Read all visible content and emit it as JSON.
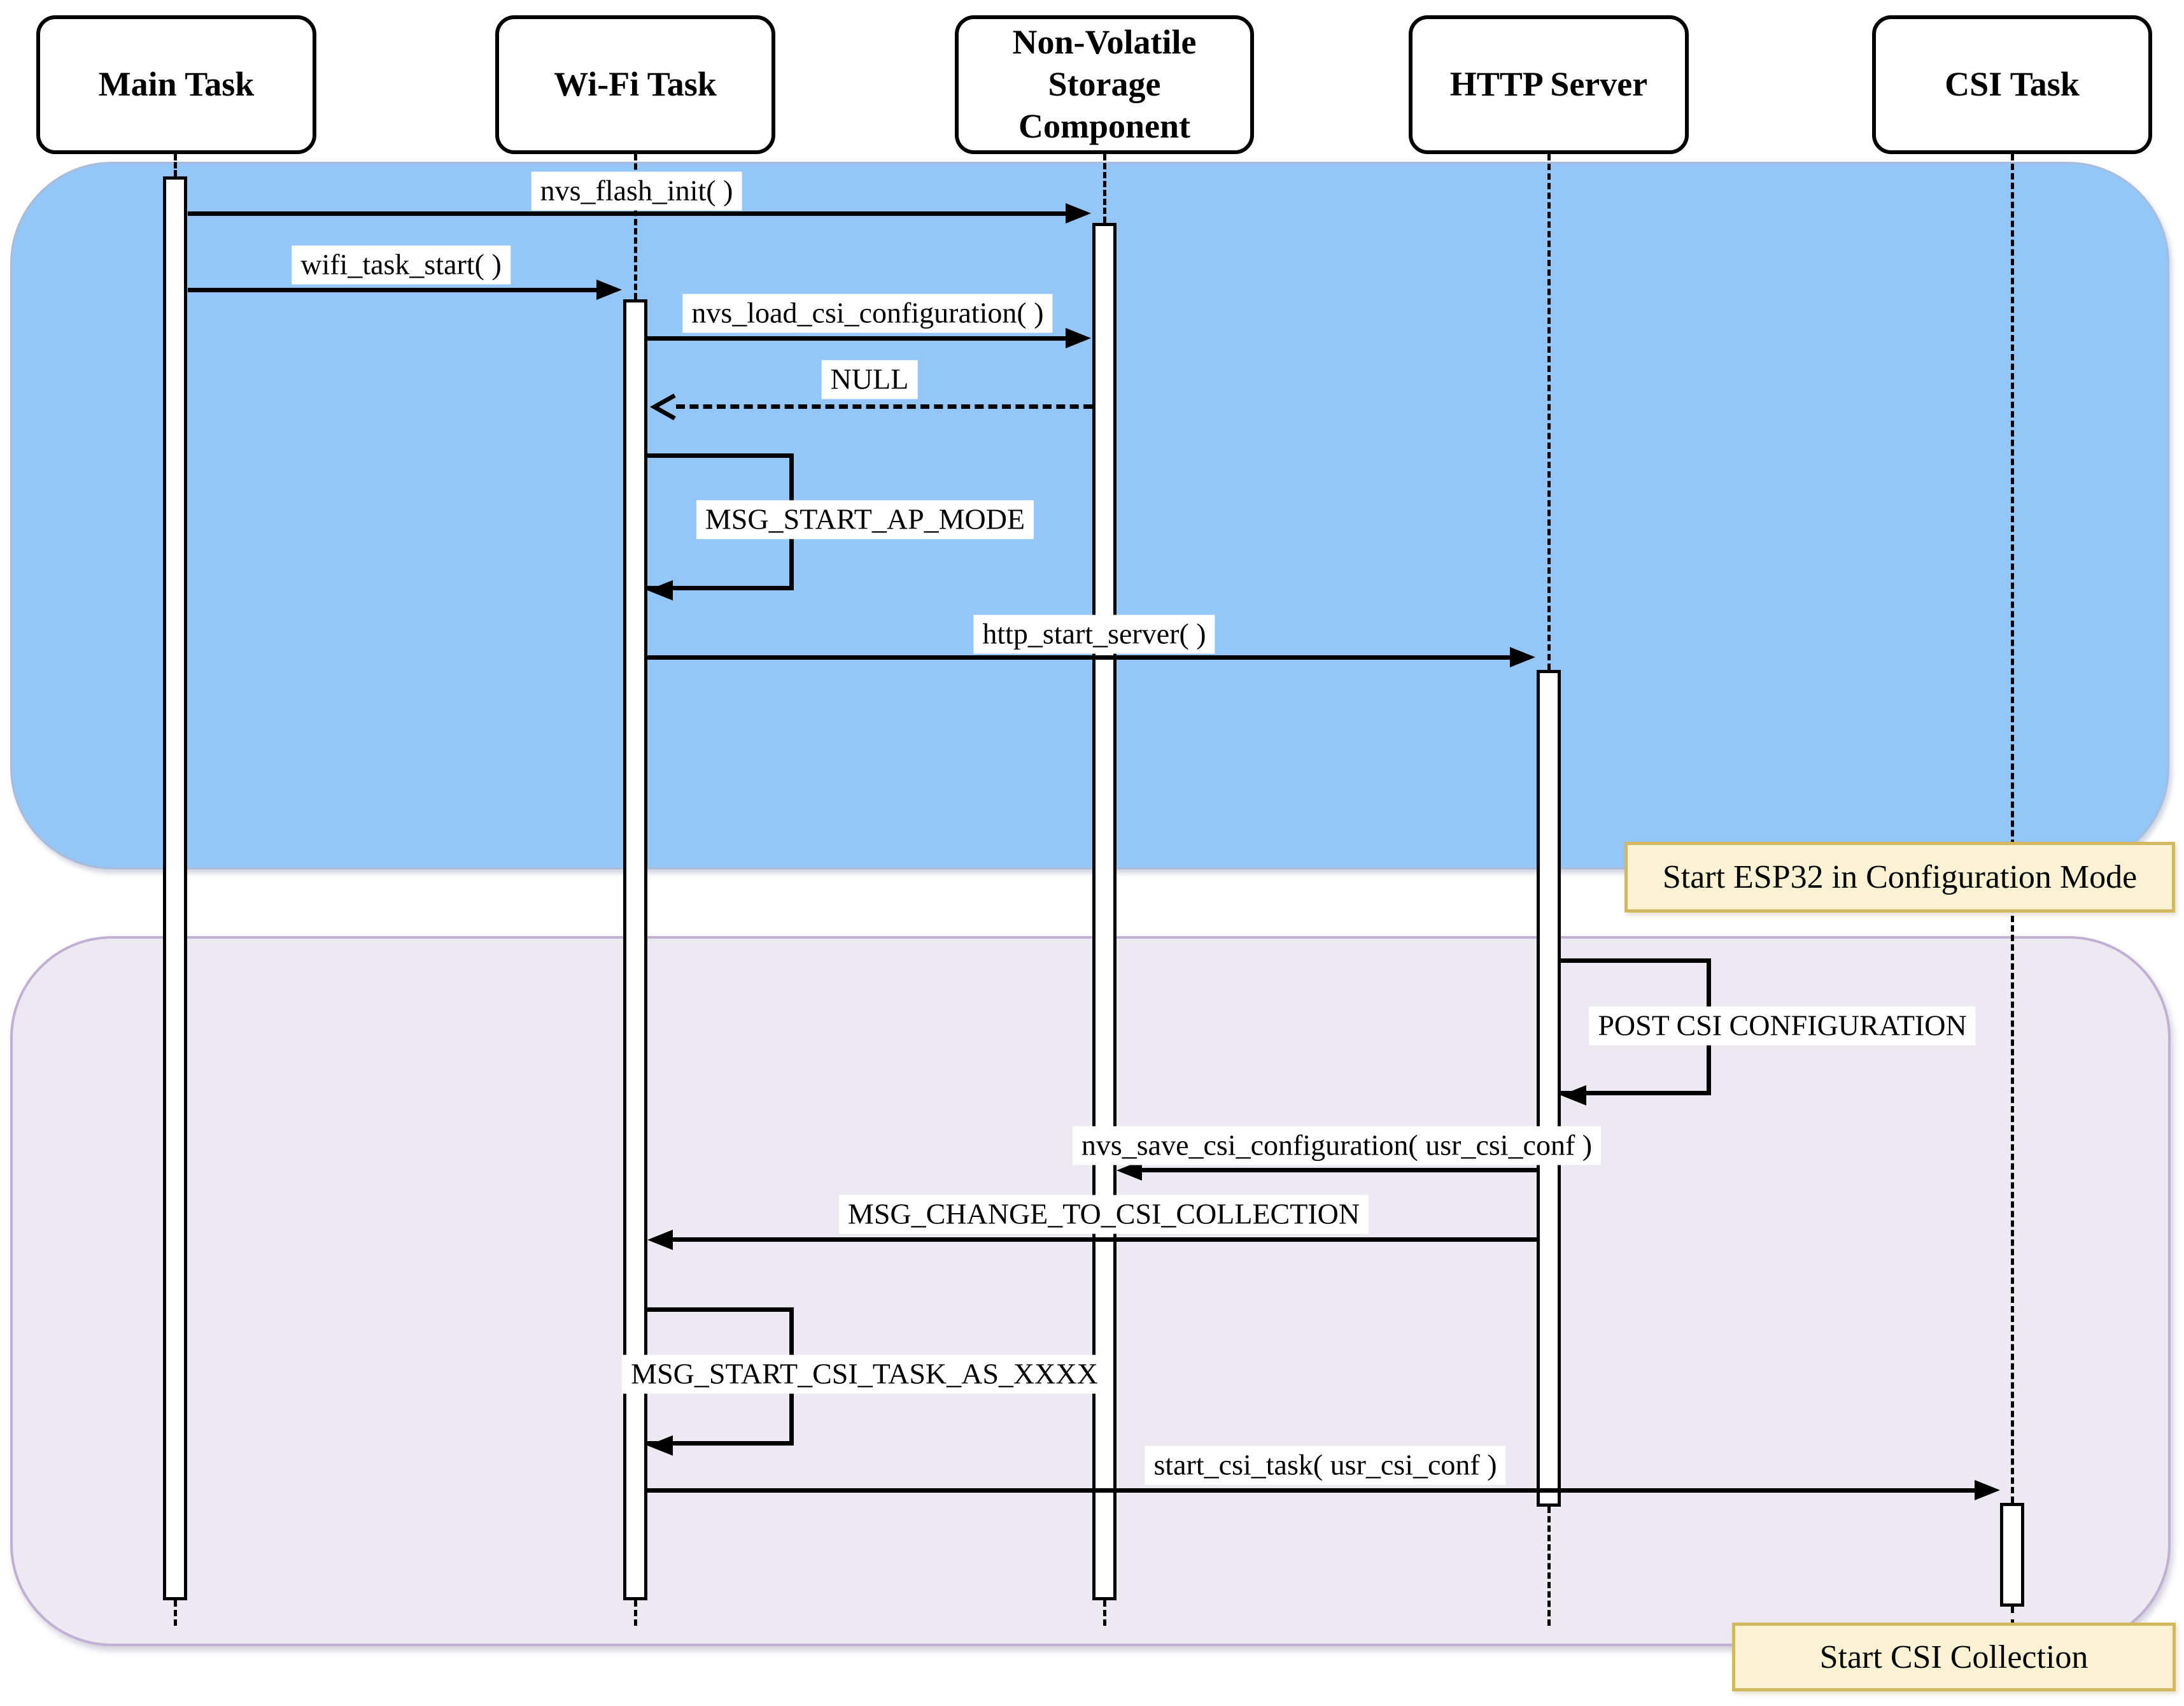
{
  "diagram": {
    "type": "uml-sequence",
    "participants": [
      {
        "id": "main",
        "label": "Main Task"
      },
      {
        "id": "wifi",
        "label": "Wi-Fi Task"
      },
      {
        "id": "nvs",
        "label": "Non-Volatile Storage Component"
      },
      {
        "id": "http",
        "label": "HTTP Server"
      },
      {
        "id": "csi",
        "label": "CSI Task"
      }
    ],
    "messages": [
      {
        "label": "nvs_flash_init( )",
        "from": "main",
        "to": "nvs",
        "type": "sync"
      },
      {
        "label": "wifi_task_start( )",
        "from": "main",
        "to": "wifi",
        "type": "sync"
      },
      {
        "label": "nvs_load_csi_configuration( )",
        "from": "wifi",
        "to": "nvs",
        "type": "sync"
      },
      {
        "label": "NULL",
        "from": "nvs",
        "to": "wifi",
        "type": "return"
      },
      {
        "label": "MSG_START_AP_MODE",
        "from": "wifi",
        "to": "wifi",
        "type": "self"
      },
      {
        "label": "http_start_server( )",
        "from": "wifi",
        "to": "http",
        "type": "sync"
      },
      {
        "label": "POST CSI CONFIGURATION",
        "from": "http",
        "to": "http",
        "type": "self"
      },
      {
        "label": "nvs_save_csi_configuration( usr_csi_conf )",
        "from": "http",
        "to": "nvs",
        "type": "sync"
      },
      {
        "label": "MSG_CHANGE_TO_CSI_COLLECTION",
        "from": "http",
        "to": "wifi",
        "type": "sync"
      },
      {
        "label": "MSG_START_CSI_TASK_AS_XXXX",
        "from": "wifi",
        "to": "wifi",
        "type": "self"
      },
      {
        "label": "start_csi_task( usr_csi_conf )",
        "from": "wifi",
        "to": "csi",
        "type": "sync"
      }
    ],
    "phases": [
      {
        "label": "Start ESP32 in Configuration Mode",
        "fill": "#94C7F8"
      },
      {
        "label": "Start CSI Collection",
        "fill": "#EDE9F1"
      }
    ],
    "colors": {
      "config_region_fill": "#94C7F8",
      "config_region_border": "#A9BBD8",
      "collection_region_fill": "#EDE9F1",
      "collection_region_border": "#C2AFD3",
      "phase_note_fill": "#FBF2D3",
      "phase_note_border": "#D4B861",
      "line": "#000000",
      "message_label_bg": "#FFFFFF"
    }
  }
}
